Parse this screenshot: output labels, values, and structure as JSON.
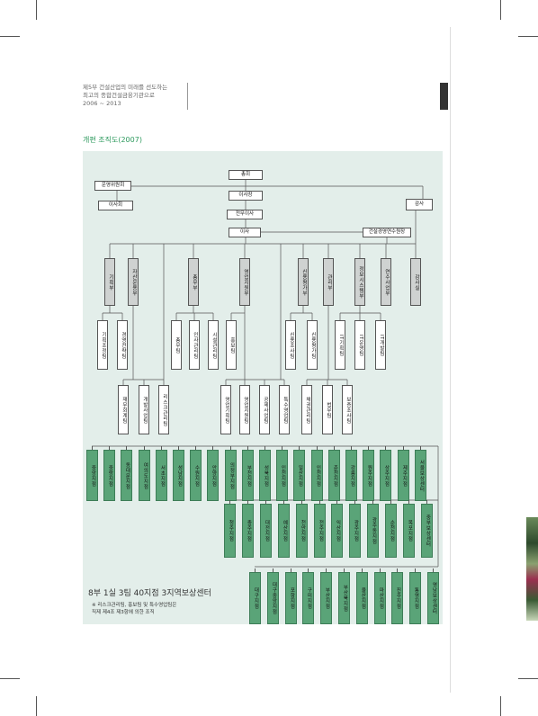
{
  "header": {
    "line1": "제5부 건설산업의 미래를 선도하는",
    "line2": "최고의 종합건설금융기관으로",
    "line3": "2006 ~ 2013"
  },
  "caption": "개편 조직도(2007)",
  "top": {
    "chairman": "총회",
    "steering": "운영위원회",
    "board": "이사회",
    "director": "이사장",
    "executive": "전무이사",
    "trustee": "이사",
    "auditor": "감사",
    "training_director": "건설경영연수원장"
  },
  "departments": [
    {
      "label": "기획부",
      "shade": "gray"
    },
    {
      "label": "자산운용부",
      "shade": "gray"
    },
    {
      "label": "총무부",
      "shade": "gray"
    },
    {
      "label": "영업지원부",
      "shade": "gray"
    },
    {
      "label": "신용평가부",
      "shade": "gray"
    },
    {
      "label": "관리부",
      "shade": "gray"
    },
    {
      "label": "정보시스템부",
      "shade": "gray"
    },
    {
      "label": "연수사업부",
      "shade": "gray"
    },
    {
      "label": "감사실",
      "shade": "gray"
    }
  ],
  "teams_row1": [
    "기획조정팀",
    "경영전략팀",
    "총무팀",
    "인사관리팀",
    "시설관리팀",
    "홍보팀",
    "신용조사팀",
    "신용평가팀",
    "IT기획팀",
    "IT운영팀",
    "IT개발팀"
  ],
  "teams_row2": [
    "재무회계팀",
    "개발사업팀",
    "리스크관리팀",
    "영업기획팀",
    "영업지원팀",
    "공제사업팀",
    "특수영업팀",
    "채권관리팀",
    "법무팀",
    "보증조사팀"
  ],
  "branches_row1": [
    "중앙지점",
    "중랑지점",
    "동대문지점",
    "여의도지점",
    "서초지점",
    "성남지점",
    "수원지점",
    "안양지점",
    "의정부지점",
    "부천지점",
    "성북지점",
    "인천지점",
    "일산지점",
    "인천지점",
    "춘천지점",
    "강릉지점",
    "원주지점",
    "상주지점",
    "제주지점",
    "서울보상센터"
  ],
  "branches_row2": [
    "청주지점",
    "충주지점",
    "대전지점",
    "예산지점",
    "천안지점",
    "전주지점",
    "익산지점",
    "광주지점",
    "광주동지점",
    "순천지점",
    "목포지점",
    "중부보상센터"
  ],
  "branches_row3": [
    "대구지점",
    "대구중앙지점",
    "포항지점",
    "구미지점",
    "부산지점",
    "부산북지점",
    "울산지점",
    "마산지점",
    "진주지점",
    "통영지점",
    "영남보상센터"
  ],
  "summary": "8부 1실 3팀 40지점 3지역보상센터",
  "note": {
    "line1": "※ 리스크관리팀, 홍보팀 및 특수영업팀은",
    "line2": "직제 제4조 제3항에 의한 조직"
  }
}
